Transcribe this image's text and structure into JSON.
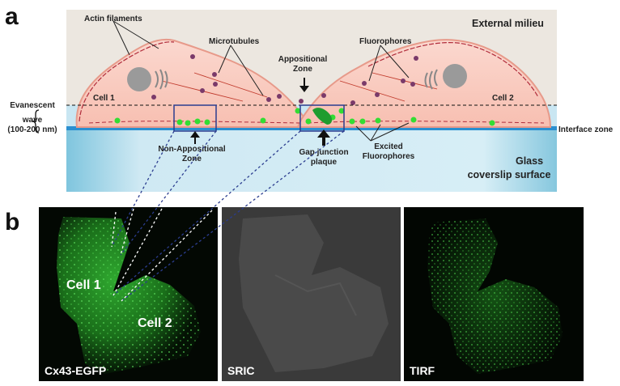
{
  "panel_a": {
    "letter": "a",
    "labels": {
      "actin": "Actin filaments",
      "microtubules": "Microtubules",
      "fluorophores": "Fluorophores",
      "external": "External milieu",
      "appositional": [
        "Appositional",
        "Zone"
      ],
      "cell1": "Cell 1",
      "cell2": "Cell 2",
      "evanescent": [
        "Evanescent",
        "wave",
        "(100-200 nm)"
      ],
      "interface": "Interface zone",
      "non_appositional": [
        "Non-Appositional",
        "Zone"
      ],
      "gap_junction": [
        "Gap junction",
        "plaque"
      ],
      "excited": [
        "Excited",
        "Fluorophores"
      ],
      "glass": [
        "Glass",
        "coverslip surface"
      ]
    }
  },
  "panel_b": {
    "letter": "b",
    "images": [
      {
        "caption": "Cx43-EGFP",
        "cell_labels": [
          "Cell 1",
          "Cell 2"
        ]
      },
      {
        "caption": "SRIC"
      },
      {
        "caption": "TIRF"
      }
    ]
  },
  "colors": {
    "glass": "#cfe9f3",
    "interface": "#2a8fd0",
    "cell": "#f9c9bd",
    "membrane": "#e79a8a",
    "fluorophore": "#33dd33",
    "zone_box": "#2b3d8f"
  }
}
